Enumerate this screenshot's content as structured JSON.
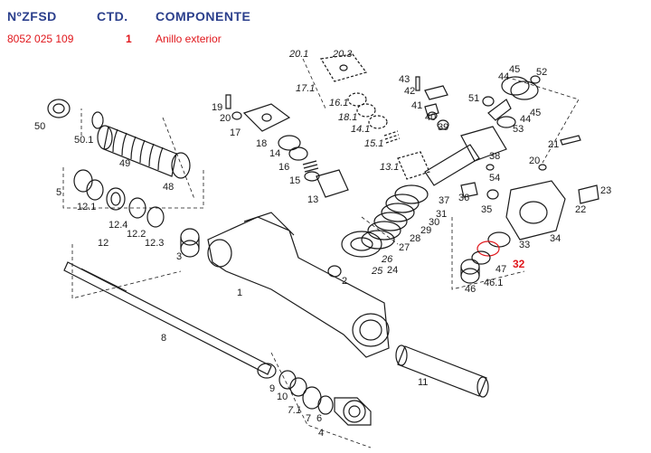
{
  "header": {
    "col_number": "NºZFSD",
    "col_qty": "CTD.",
    "col_component": "COMPONENTE"
  },
  "selected_part": {
    "number": "8052 025 109",
    "qty": "1",
    "component": "Anillo exterior"
  },
  "highlighted_label": "32",
  "colors": {
    "header": "#2b3f8c",
    "selected": "#e0161b",
    "ink": "#1a1a1a"
  },
  "part_labels": [
    "50",
    "50.1",
    "49",
    "48",
    "5",
    "12.1",
    "12.4",
    "12.2",
    "12.3",
    "12",
    "3",
    "19",
    "20",
    "17",
    "18",
    "14",
    "16",
    "15",
    "13",
    "20.1",
    "20.3",
    "17.1",
    "16.1",
    "18.1",
    "14.1",
    "15.1",
    "13.1",
    "43",
    "42",
    "41",
    "40",
    "39",
    "51",
    "44",
    "45",
    "52",
    "45",
    "44",
    "53",
    "38",
    "54",
    "36",
    "37",
    "31",
    "30",
    "29",
    "28",
    "27",
    "26",
    "25",
    "24",
    "2",
    "1",
    "35",
    "21",
    "20",
    "22",
    "23",
    "34",
    "33",
    "32",
    "47",
    "46",
    "46.1",
    "8",
    "9",
    "10",
    "7.1",
    "7",
    "6",
    "4",
    "11"
  ]
}
